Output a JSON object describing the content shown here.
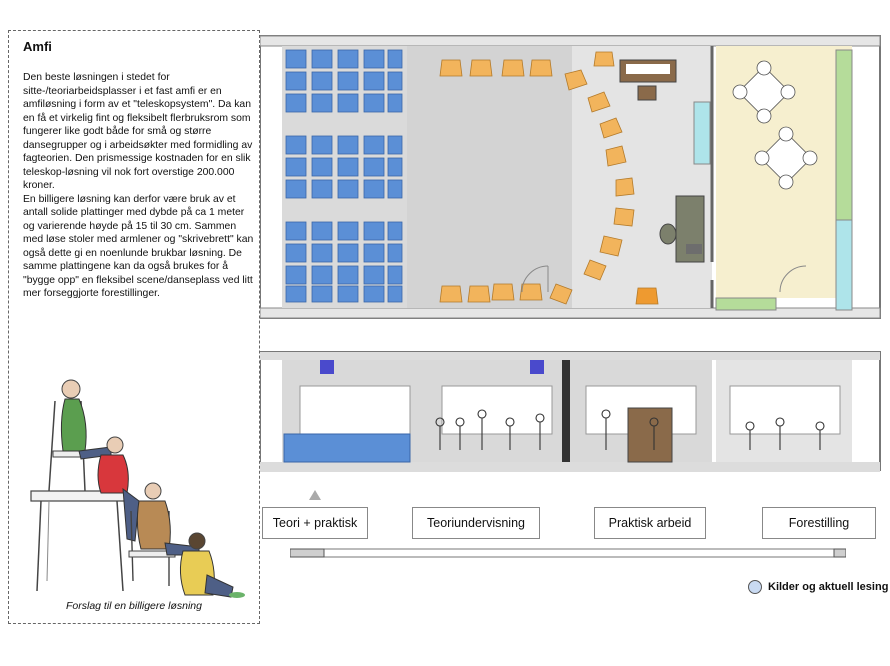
{
  "panel": {
    "title": "Amfi",
    "paragraphs": [
      "Den beste løsningen i stedet for sitte-/teoriarbeidsplasser i et fast amfi er en amfiløsning i form av et \"teleskopsystem\". Da kan en få et virkelig fint og fleksibelt flerbruksrom som fungerer like godt både for små og større dansegrupper og i arbeidsøkter med formidling av fagteorien. Den prismessige kostnaden for en slik teleskop-løsning vil nok fort overstige 200.000 kroner.",
      "En billigere løsning kan derfor være bruk av et antall solide plattinger med dybde på ca 1 meter og varierende høyde på 15 til 30 cm. Sammen med løse stoler med armlener og \"skrivebrett\" kan også dette gi en noenlunde brukbar løsning. De samme plattingene kan da også brukes for å \"bygge opp\" en fleksibel scene/danseplass ved litt mer forseggjorte forestillinger."
    ],
    "caption": "Forslag til en billigere løsning"
  },
  "tabs": [
    {
      "label": "Teori + praktisk"
    },
    {
      "label": "Teoriundervisning"
    },
    {
      "label": "Praktisk arbeid"
    },
    {
      "label": "Forestilling"
    }
  ],
  "legend": {
    "label": "Kilder og aktuell lesing"
  },
  "colors": {
    "seat_blue": "#5b8fd6",
    "chair_orange": "#f2b45c",
    "room_yellow": "#f6efcf",
    "wall_gray": "#cfcfcf",
    "cyan": "#aee4ea",
    "green": "#b5dc9a"
  }
}
